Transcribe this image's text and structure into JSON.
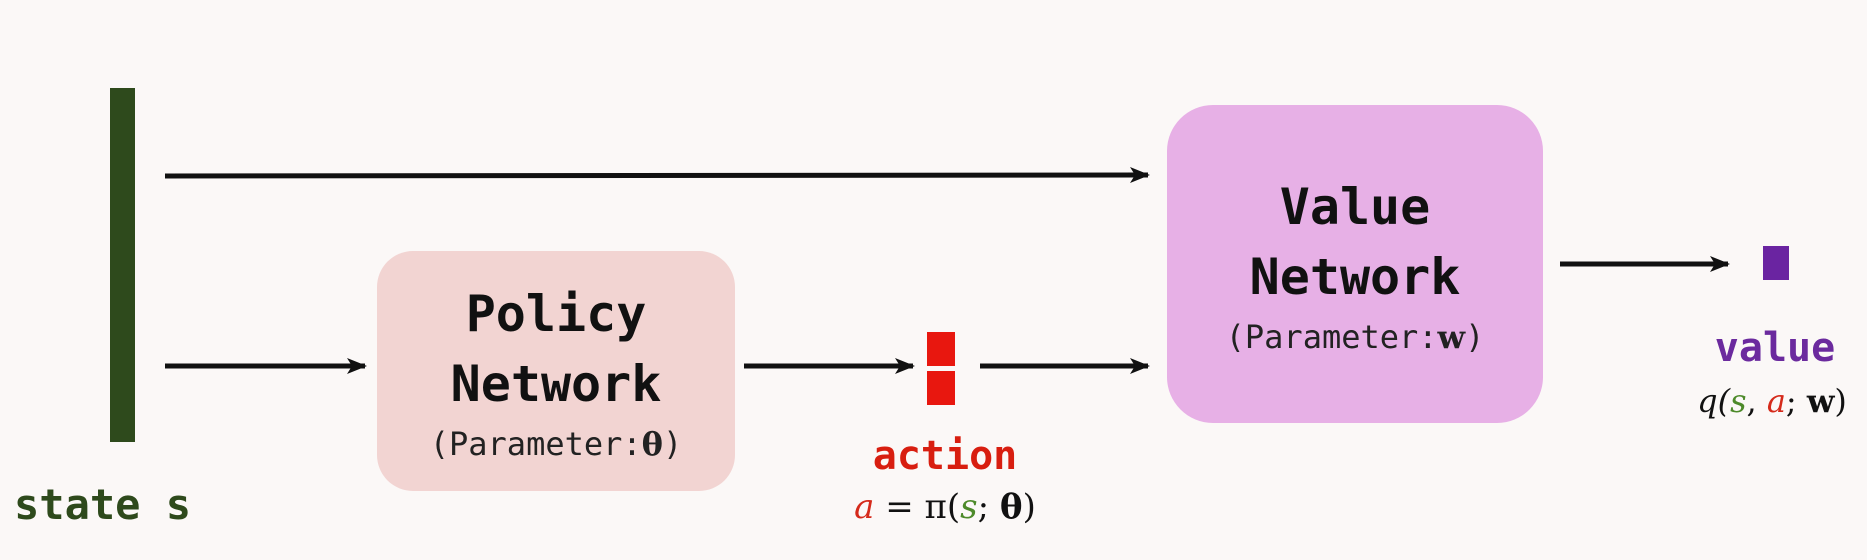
{
  "state": {
    "label": "state s"
  },
  "policy_network": {
    "title_line1": "Policy",
    "title_line2": "Network",
    "param_prefix": "(Parameter:",
    "param_symbol": "θ",
    "param_suffix": ")"
  },
  "value_network": {
    "title_line1": "Value",
    "title_line2": "Network",
    "param_prefix": "(Parameter:",
    "param_symbol": "w",
    "param_suffix": ")"
  },
  "action": {
    "label": "action",
    "formula": {
      "a": "a",
      "eq": " = π(",
      "s": "s",
      "sep": "; ",
      "theta": "θ",
      "close": ")"
    }
  },
  "value": {
    "label": "value",
    "formula": {
      "q": "q(",
      "s": "s",
      "c1": ", ",
      "a": "a",
      "c2": "; ",
      "w": "w",
      "close": ")"
    }
  },
  "colors": {
    "state": "#2e4a1c",
    "policy_box": "#f2d4d2",
    "value_box": "#e7b0e6",
    "action": "#e8170f",
    "value_output": "#6a24a1",
    "arrow": "#111111"
  }
}
